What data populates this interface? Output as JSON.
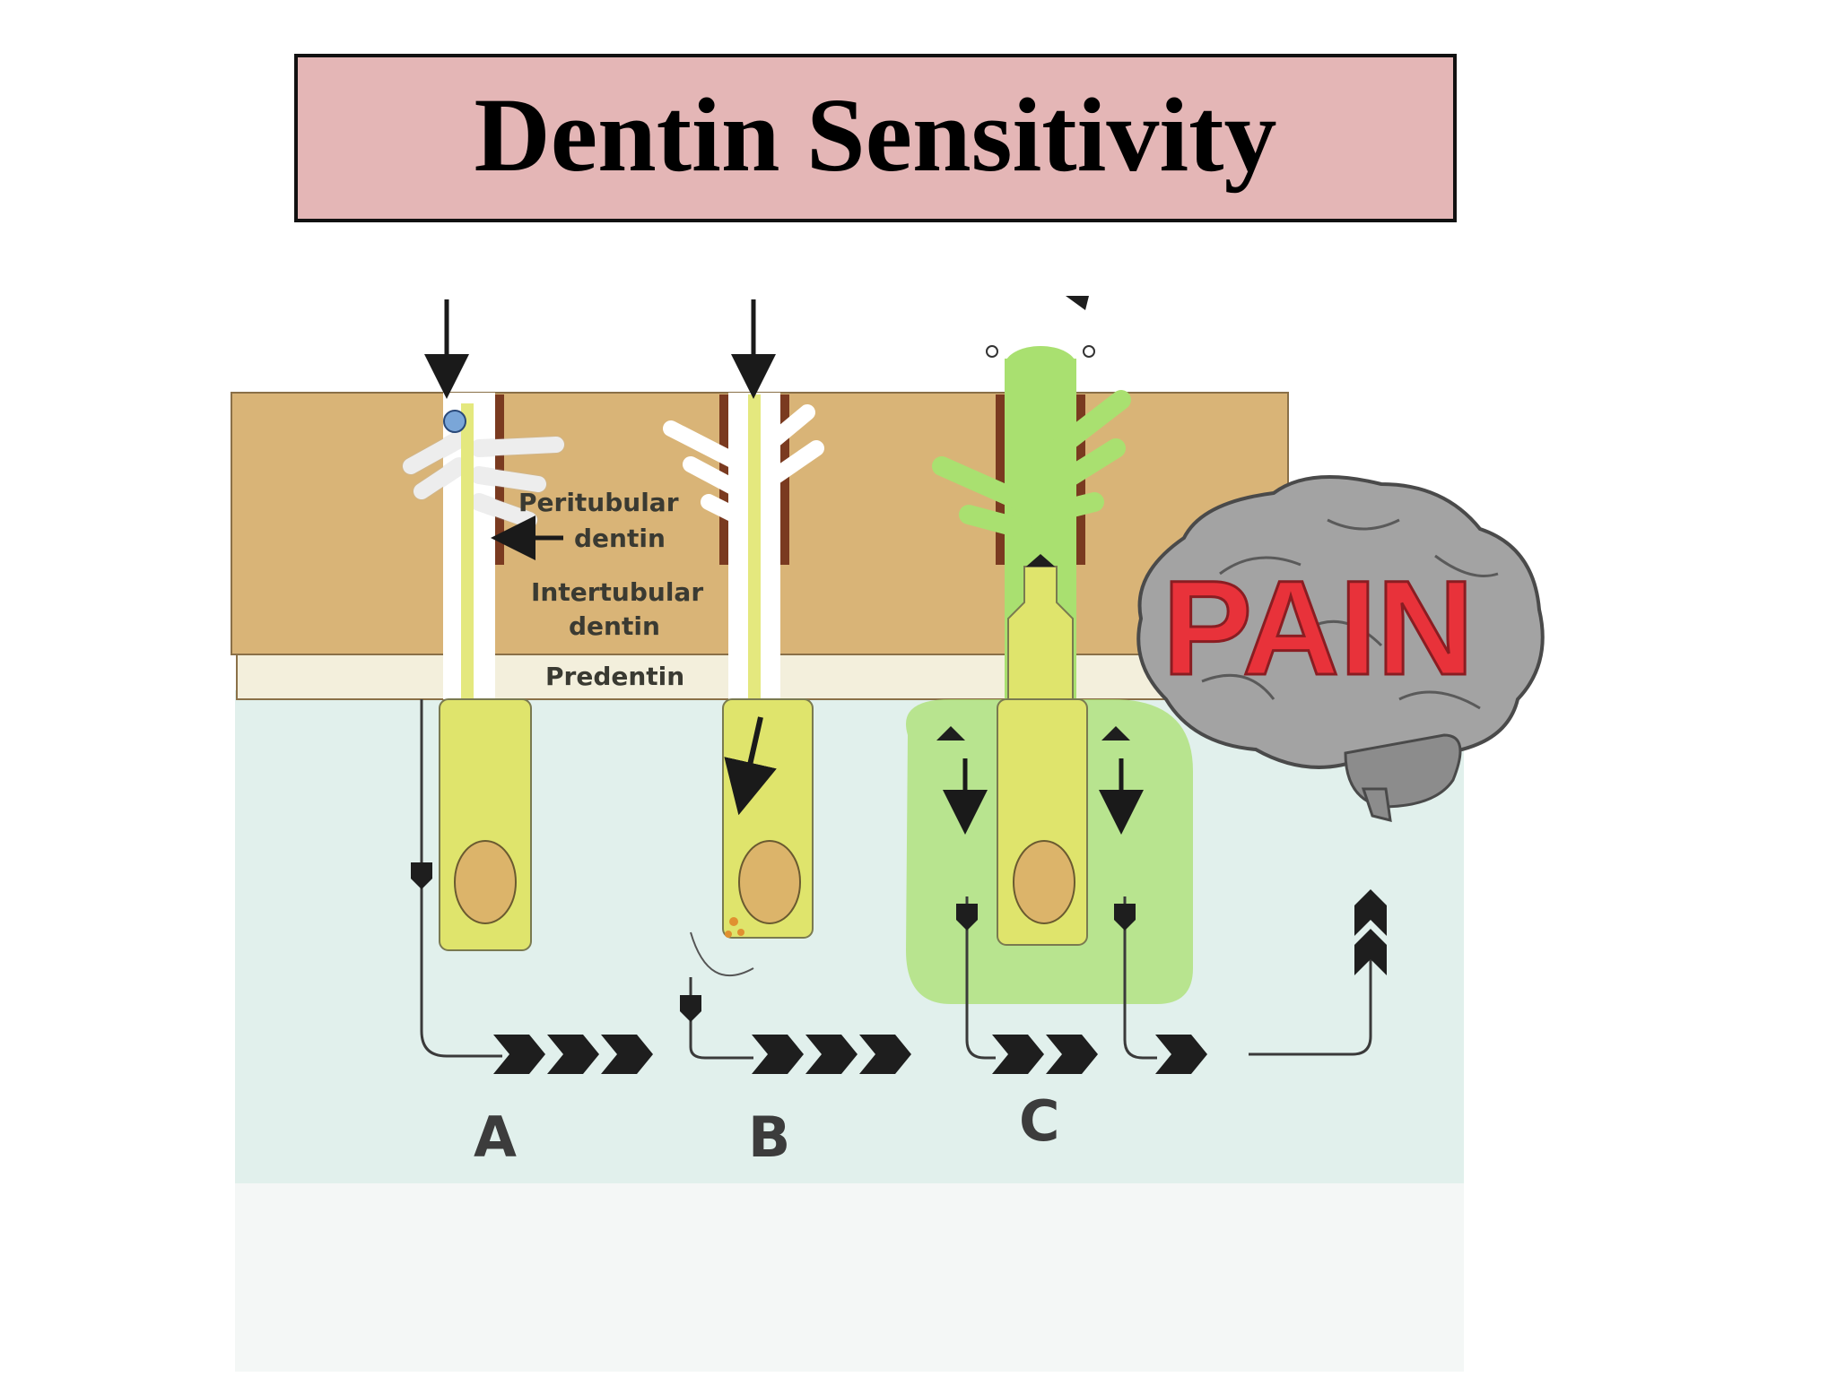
{
  "title": "Dentin Sensitivity",
  "labels": {
    "peritubular_line1": "Peritubular",
    "peritubular_line2": "dentin",
    "intertubular_line1": "Intertubular",
    "intertubular_line2": "dentin",
    "predentin": "Predentin",
    "pain": "PAIN"
  },
  "panels": [
    "A",
    "B",
    "C"
  ],
  "colors": {
    "title_bg": "#e4b6b6",
    "dentin": "#d9b477",
    "predentin": "#f3efdc",
    "odontoblast": "#dfe46c",
    "pulp_bg": "#dff0ee",
    "fluid_green": "#a9e070",
    "pain_text": "#e8323a",
    "brain": "#9a9a9a"
  }
}
